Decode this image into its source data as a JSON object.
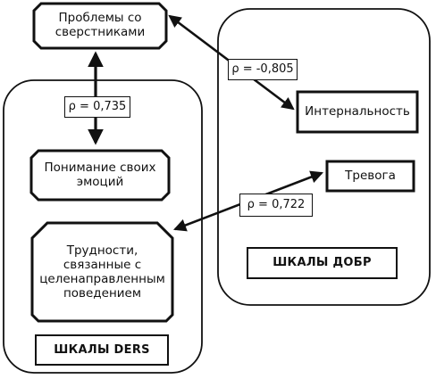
{
  "groups": {
    "derstitle": "ШКАЛЫ DERS",
    "dobrtitle": "ШКАЛЫ ДОБР"
  },
  "nodes": {
    "peers": "Проблемы со\nсверстниками",
    "emotions": "Понимание своих\nэмоций",
    "goal": "Трудности,\nсвязанные с\nцеленаправленным\nповедением",
    "internal": "Интернальность",
    "anxiety": "Тревога"
  },
  "links": {
    "peers_emotions": "ρ = 0,735",
    "peers_internal": "ρ = -0,805",
    "goal_anxiety": "ρ = 0,722"
  },
  "colors": {
    "stroke": "#111111",
    "background": "#ffffff"
  }
}
